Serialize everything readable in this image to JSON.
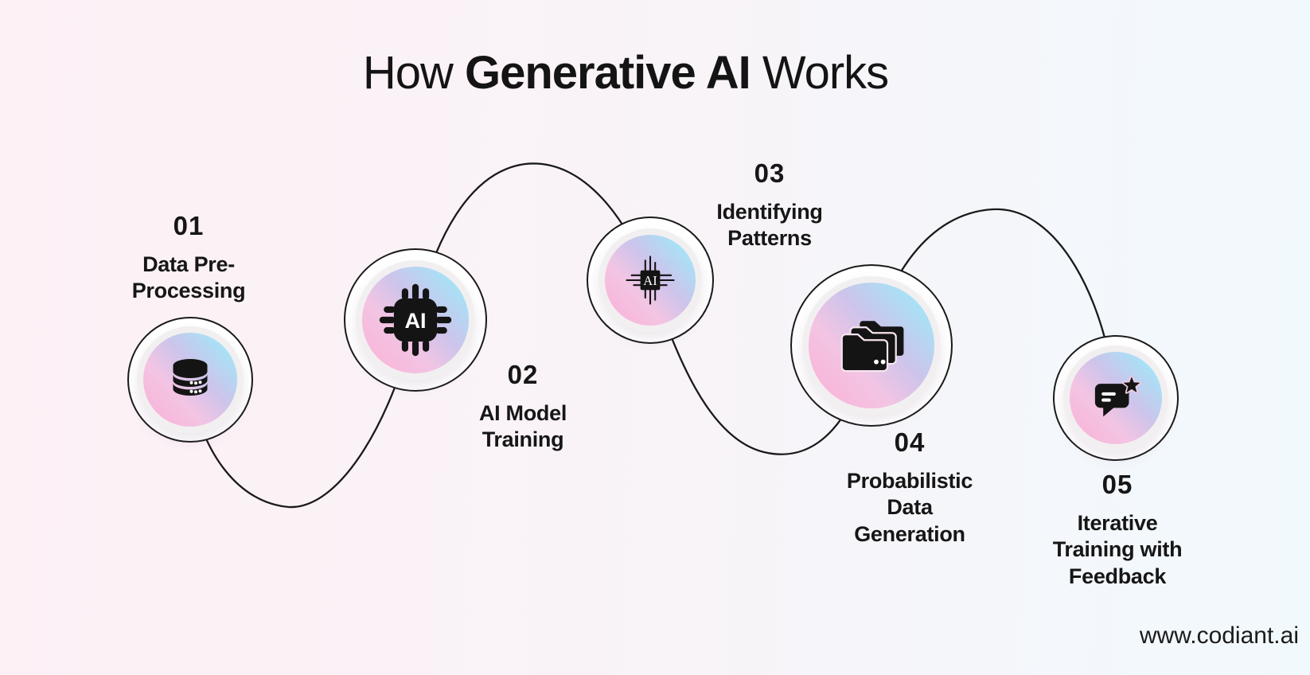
{
  "title": {
    "prefix": "How ",
    "highlight": "Generative AI",
    "suffix": " Works"
  },
  "steps": [
    {
      "number": "01",
      "label": "Data Pre-\nProcessing",
      "icon": "database-icon"
    },
    {
      "number": "02",
      "label": "AI Model\nTraining",
      "icon": "ai-chip-icon",
      "icon_text": "AI"
    },
    {
      "number": "03",
      "label": "Identifying\nPatterns",
      "icon": "ai-chip-alt-icon",
      "icon_text": "AI"
    },
    {
      "number": "04",
      "label": "Probabilistic\nData\nGeneration",
      "icon": "folders-icon"
    },
    {
      "number": "05",
      "label": "Iterative\nTraining with\nFeedback",
      "icon": "chat-star-icon"
    }
  ],
  "footer": {
    "website": "www.codiant.ai"
  },
  "colors": {
    "background_left": "#fdf1f6",
    "background_right": "#f1f9fd",
    "bubble_pink": "#f9b4d8",
    "bubble_lavender": "#cdc4eb",
    "bubble_blue": "#a8e1f6",
    "bubble_ring": "#f2eff0",
    "line": "#1a1a1a",
    "icon": "#141414",
    "text": "#161616"
  }
}
